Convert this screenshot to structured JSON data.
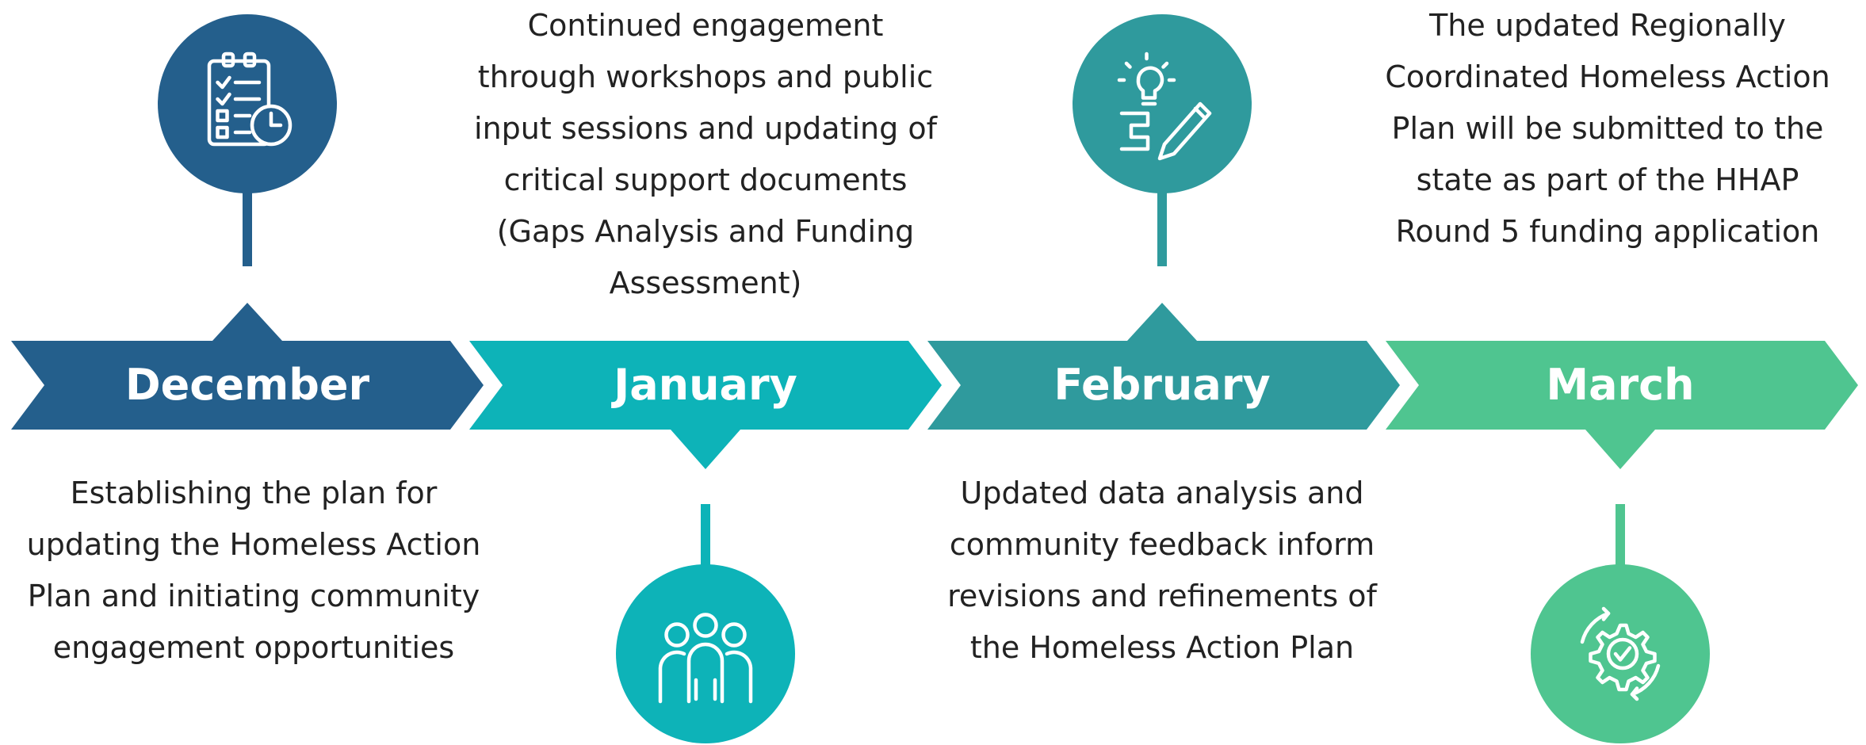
{
  "colors": {
    "december": "#245f8c",
    "january": "#0db3b8",
    "february": "#2f9a9d",
    "march": "#4fc590",
    "text": "#222222"
  },
  "stages": [
    {
      "month": "December",
      "description": "Establishing the plan for updating the Homeless Action Plan and initiating community engagement opportunities",
      "icon": "checklist-clock-icon"
    },
    {
      "month": "January",
      "description": "Continued engagement through workshops and public input sessions and updating of critical support documents (Gaps Analysis and Funding Assessment)",
      "icon": "people-group-icon"
    },
    {
      "month": "February",
      "description": "Updated data analysis and community feedback inform revisions and refinements of the Homeless Action Plan",
      "icon": "lightbulb-pencil-icon"
    },
    {
      "month": "March",
      "description": "The updated Regionally Coordinated Homeless Action Plan will be submitted to the state as part of the HHAP Round 5 funding application",
      "icon": "gear-check-icon"
    }
  ]
}
